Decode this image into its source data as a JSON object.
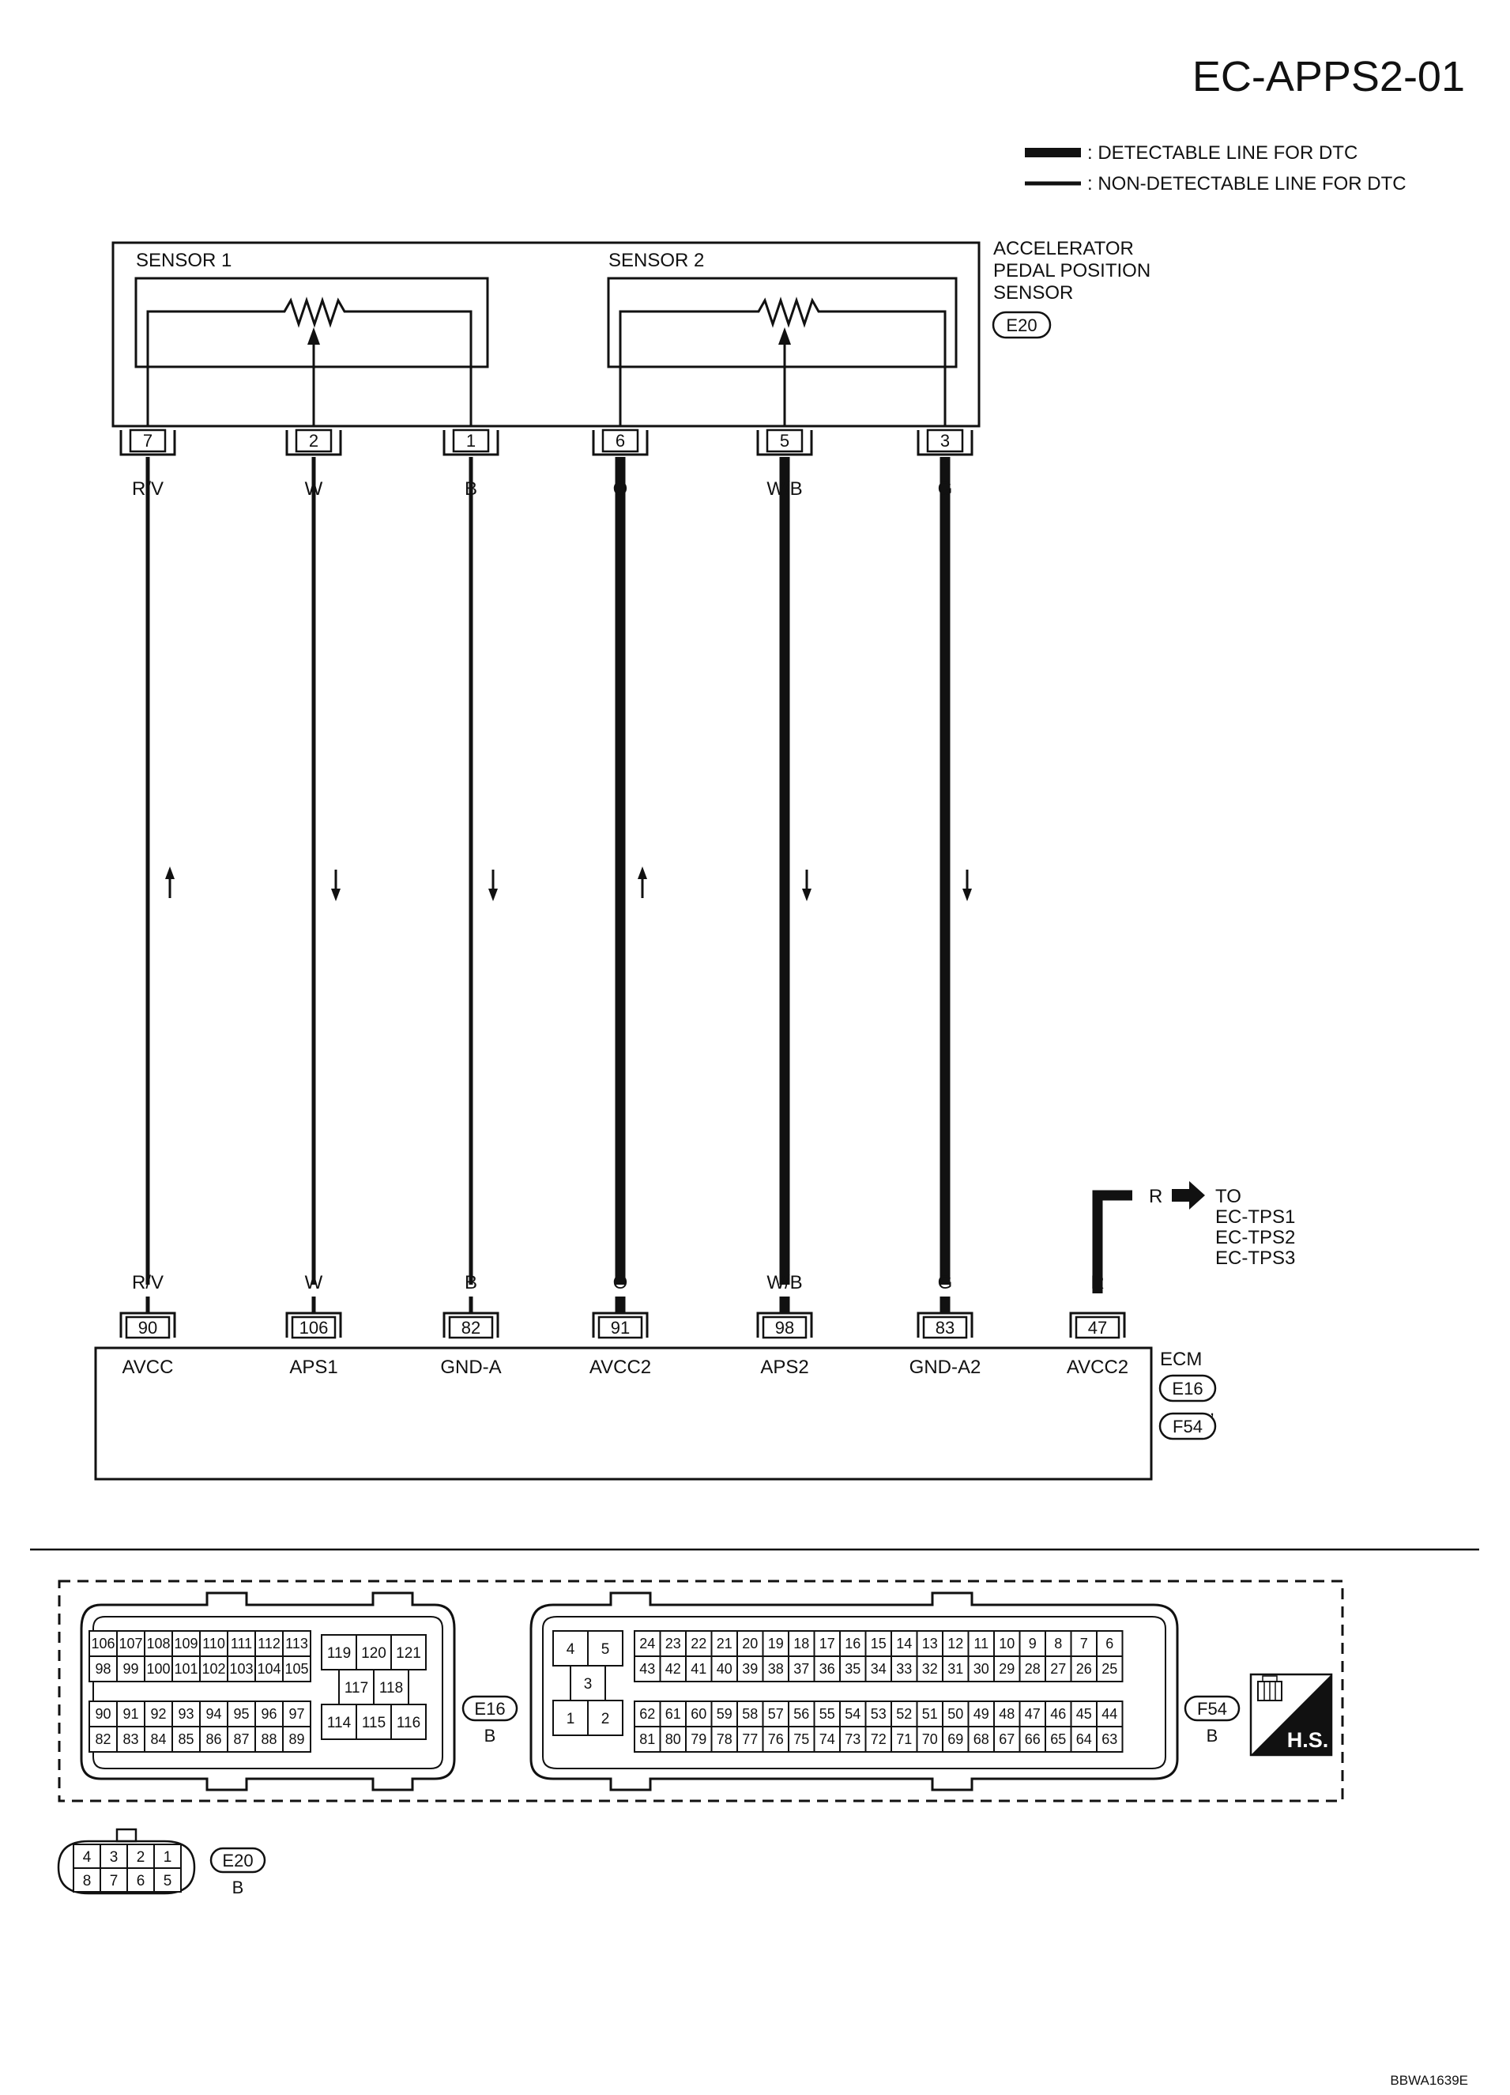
{
  "title": "EC-APPS2-01",
  "legend": {
    "detectable": ": DETECTABLE LINE FOR DTC",
    "non_detectable": ": NON-DETECTABLE LINE FOR DTC"
  },
  "sensor": {
    "name_lines": [
      "ACCELERATOR",
      "PEDAL POSITION",
      "SENSOR"
    ],
    "connector": "E20",
    "sensor1_label": "SENSOR 1",
    "sensor2_label": "SENSOR 2"
  },
  "wires": [
    {
      "sensor_pin": "7",
      "color": "R/V",
      "ecm_pin": "90",
      "ecm_label": "AVCC",
      "detectable": false,
      "direction": "up"
    },
    {
      "sensor_pin": "2",
      "color": "W",
      "ecm_pin": "106",
      "ecm_label": "APS1",
      "detectable": false,
      "direction": "down"
    },
    {
      "sensor_pin": "1",
      "color": "B",
      "ecm_pin": "82",
      "ecm_label": "GND-A",
      "detectable": false,
      "direction": "down"
    },
    {
      "sensor_pin": "6",
      "color": "O",
      "ecm_pin": "91",
      "ecm_label": "AVCC2",
      "detectable": true,
      "direction": "up"
    },
    {
      "sensor_pin": "5",
      "color": "W/B",
      "ecm_pin": "98",
      "ecm_label": "APS2",
      "detectable": true,
      "direction": "down"
    },
    {
      "sensor_pin": "3",
      "color": "G",
      "ecm_pin": "83",
      "ecm_label": "GND-A2",
      "detectable": true,
      "direction": "down"
    }
  ],
  "extra_wire": {
    "color": "R",
    "ecm_pin": "47",
    "ecm_label": "AVCC2",
    "to_label": "TO",
    "destinations": [
      "EC-TPS1",
      "EC-TPS2",
      "EC-TPS3"
    ]
  },
  "ecm": {
    "label": "ECM",
    "connectors": [
      "E16",
      "F54"
    ],
    "comma": ","
  },
  "connector_views": {
    "e16": {
      "name": "E16",
      "color": "B",
      "rows": [
        [
          "106",
          "107",
          "108",
          "109",
          "110",
          "111",
          "112",
          "113"
        ],
        [
          "98",
          "99",
          "100",
          "101",
          "102",
          "103",
          "104",
          "105"
        ],
        [
          "90",
          "91",
          "92",
          "93",
          "94",
          "95",
          "96",
          "97"
        ],
        [
          "82",
          "83",
          "84",
          "85",
          "86",
          "87",
          "88",
          "89"
        ]
      ],
      "mid_pins": [
        "119",
        "120",
        "121",
        "117",
        "118",
        "114",
        "115",
        "116"
      ]
    },
    "f54": {
      "name": "F54",
      "color": "B",
      "rows": [
        [
          "24",
          "23",
          "22",
          "21",
          "20",
          "19",
          "18",
          "17",
          "16",
          "15",
          "14",
          "13",
          "12",
          "11",
          "10",
          "9",
          "8",
          "7",
          "6"
        ],
        [
          "43",
          "42",
          "41",
          "40",
          "39",
          "38",
          "37",
          "36",
          "35",
          "34",
          "33",
          "32",
          "31",
          "30",
          "29",
          "28",
          "27",
          "26",
          "25"
        ],
        [
          "62",
          "61",
          "60",
          "59",
          "58",
          "57",
          "56",
          "55",
          "54",
          "53",
          "52",
          "51",
          "50",
          "49",
          "48",
          "47",
          "46",
          "45",
          "44"
        ],
        [
          "81",
          "80",
          "79",
          "78",
          "77",
          "76",
          "75",
          "74",
          "73",
          "72",
          "71",
          "70",
          "69",
          "68",
          "67",
          "66",
          "65",
          "64",
          "63"
        ]
      ],
      "left_pins": [
        "4",
        "5",
        "3",
        "1",
        "2"
      ]
    },
    "e20": {
      "name": "E20",
      "color": "B",
      "top_row": [
        "4",
        "3",
        "2",
        "1"
      ],
      "bottom_row": [
        "8",
        "7",
        "6",
        "5"
      ]
    }
  },
  "badge": "H.S.",
  "figure_id": "BBWA1639E"
}
